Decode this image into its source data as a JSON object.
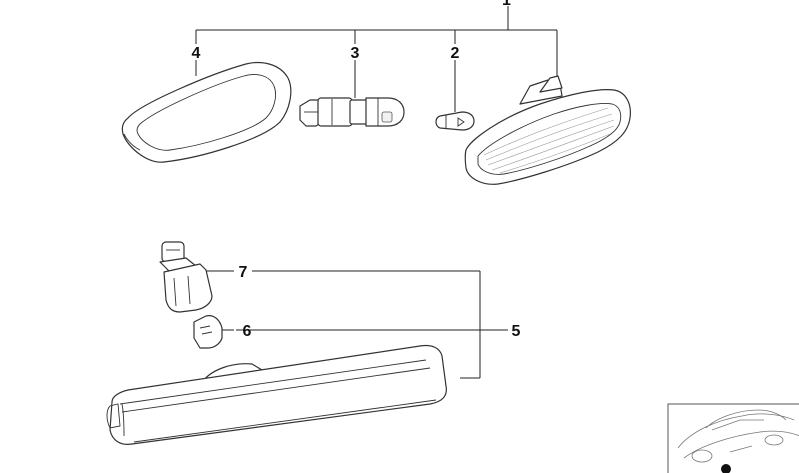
{
  "diagram": {
    "callouts": {
      "c1": "1",
      "c2": "2",
      "c3": "3",
      "c4": "4",
      "c5": "5",
      "c6": "6",
      "c7": "7"
    },
    "colors": {
      "line": "#222222",
      "background": "#ffffff"
    }
  }
}
